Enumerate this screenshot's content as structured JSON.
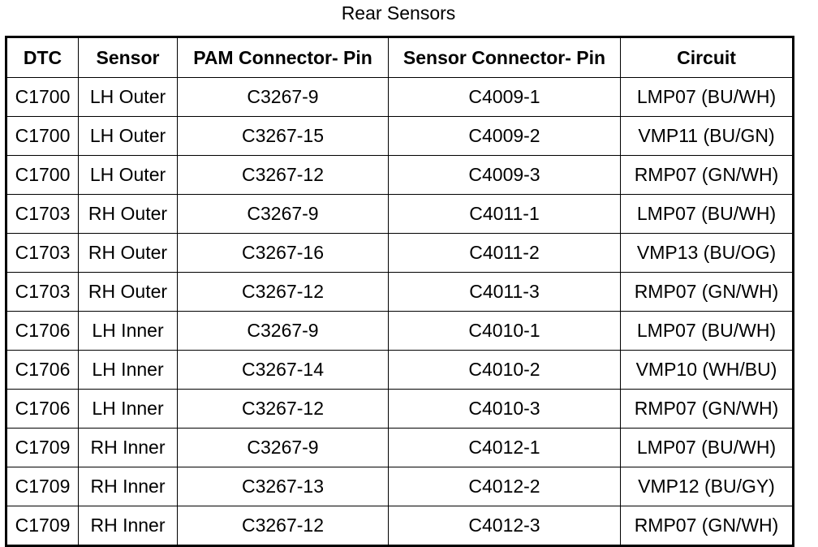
{
  "title": "Rear Sensors",
  "table": {
    "headers": [
      "DTC",
      "Sensor",
      "PAM Connector- Pin",
      "Sensor Connector- Pin",
      "Circuit"
    ],
    "rows": [
      [
        "C1700",
        "LH Outer",
        "C3267-9",
        "C4009-1",
        "LMP07 (BU/WH)"
      ],
      [
        "C1700",
        "LH Outer",
        "C3267-15",
        "C4009-2",
        "VMP11 (BU/GN)"
      ],
      [
        "C1700",
        "LH Outer",
        "C3267-12",
        "C4009-3",
        "RMP07 (GN/WH)"
      ],
      [
        "C1703",
        "RH Outer",
        "C3267-9",
        "C4011-1",
        "LMP07 (BU/WH)"
      ],
      [
        "C1703",
        "RH Outer",
        "C3267-16",
        "C4011-2",
        "VMP13 (BU/OG)"
      ],
      [
        "C1703",
        "RH Outer",
        "C3267-12",
        "C4011-3",
        "RMP07 (GN/WH)"
      ],
      [
        "C1706",
        "LH Inner",
        "C3267-9",
        "C4010-1",
        "LMP07 (BU/WH)"
      ],
      [
        "C1706",
        "LH Inner",
        "C3267-14",
        "C4010-2",
        "VMP10 (WH/BU)"
      ],
      [
        "C1706",
        "LH Inner",
        "C3267-12",
        "C4010-3",
        "RMP07 (GN/WH)"
      ],
      [
        "C1709",
        "RH Inner",
        "C3267-9",
        "C4012-1",
        "LMP07 (BU/WH)"
      ],
      [
        "C1709",
        "RH Inner",
        "C3267-13",
        "C4012-2",
        "VMP12 (BU/GY)"
      ],
      [
        "C1709",
        "RH Inner",
        "C3267-12",
        "C4012-3",
        "RMP07 (GN/WH)"
      ]
    ]
  }
}
